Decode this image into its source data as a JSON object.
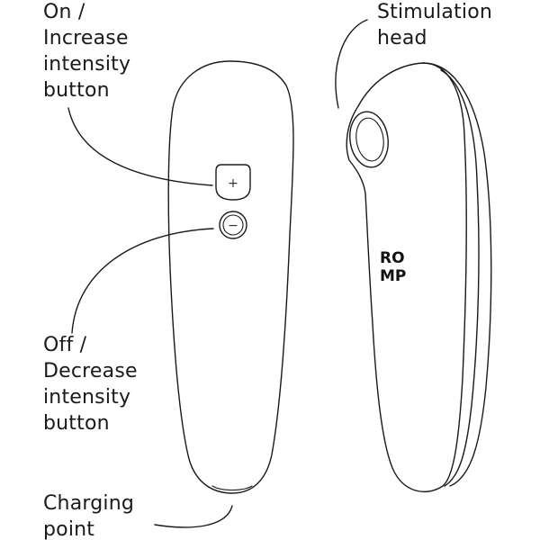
{
  "labels": {
    "on_button": [
      "On /",
      "Increase",
      "intensity",
      "button"
    ],
    "off_button": [
      "Off /",
      "Decrease",
      "intensity",
      "button"
    ],
    "charging": [
      "Charging",
      "point"
    ],
    "stimulation_head": [
      "Stimulation",
      "head"
    ]
  },
  "device": {
    "logo_lines": [
      "RO",
      "MP"
    ],
    "plus_symbol": "+",
    "minus_symbol": "−"
  }
}
